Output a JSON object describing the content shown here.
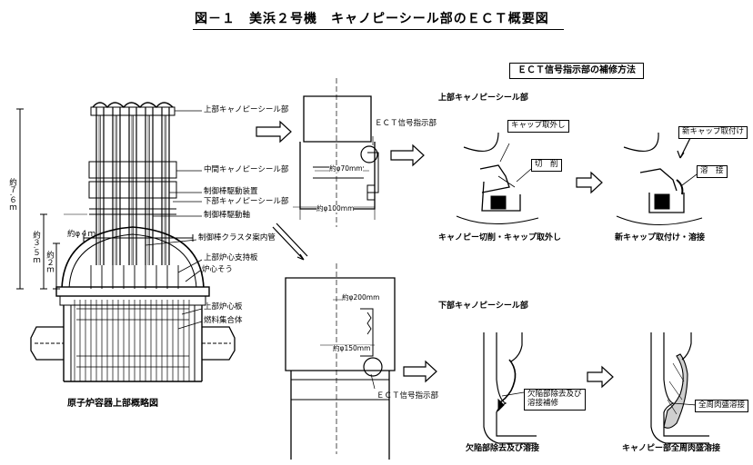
{
  "title": "図－１　美浜２号機　キャノピーシール部のＥＣＴ概要図",
  "vessel": {
    "caption": "原子炉容器上部概略図",
    "labels": {
      "upper_canopy": "上部キャノピーシール部",
      "middle_canopy": "中間キャノピーシール部",
      "crdm": "制御棒駆動装置",
      "lower_canopy": "下部キャノピーシール部",
      "drive_shaft": "制御棒駆動軸",
      "guide_tube": "制御棒クラスタ案内管",
      "upper_support_plate": "上部炉心支持板",
      "core_barrel": "炉心そう",
      "upper_core_plate": "上部炉心板",
      "fuel_assembly": "燃料集合体"
    },
    "dims": {
      "h76": "約７.６ｍ",
      "h35": "約３.５ｍ",
      "h2": "約２ｍ",
      "d4": "約φ４ｍ"
    }
  },
  "upper_detail": {
    "ect_label": "ＥＣＴ信号指示部",
    "d70": "約φ70mm",
    "d100": "約φ100mm"
  },
  "lower_detail": {
    "ect_label": "ＥＣＴ信号指示部",
    "d200": "約φ200mm",
    "d150": "約φ150mm"
  },
  "repair": {
    "header": "ＥＣＴ信号指示部の補修方法",
    "upper_section": "上部キャノピーシール部",
    "cap_removal": "キャップ取外し",
    "cutting": "切　削",
    "new_cap": "新キャップ取付け",
    "welding": "溶　接",
    "caption_left": "キャノピー切削・キャップ取外し",
    "caption_right": "新キャップ取付け・溶接",
    "lower_section": "下部キャノピーシール部",
    "defect_box": "欠陥部除去及び\n溶接補修",
    "full_weld_box": "全周肉盛溶接",
    "caption_lower_left": "欠陥部除去及び溶接",
    "caption_lower_right": "キャノピー部全周肉盛溶接"
  }
}
